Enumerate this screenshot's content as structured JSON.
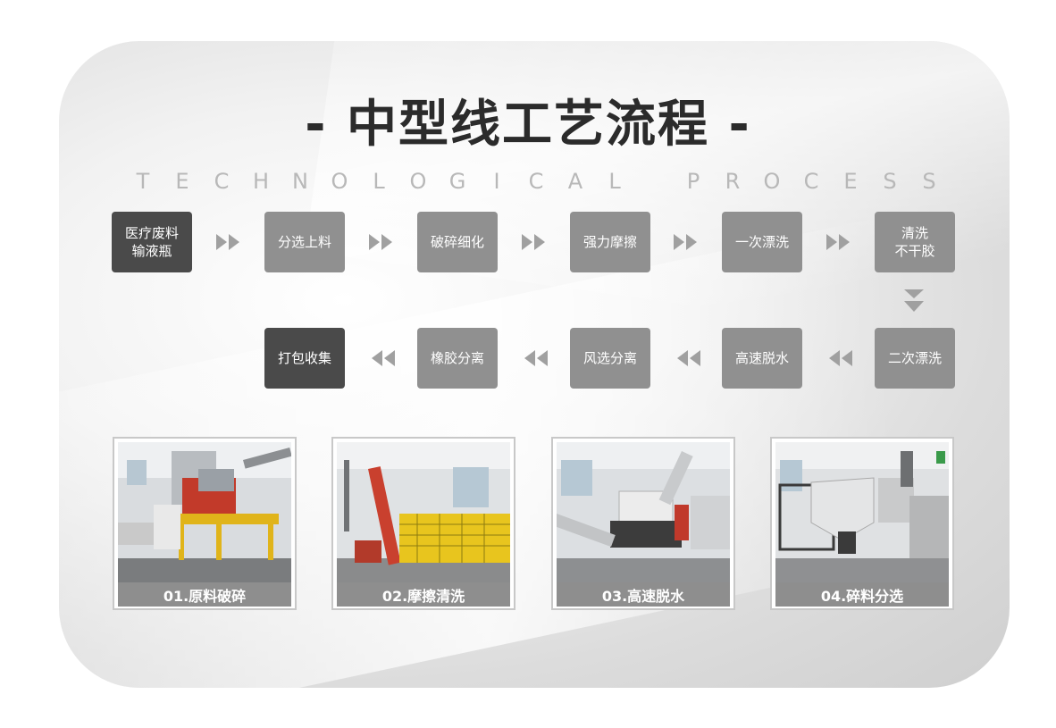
{
  "title": "- 中型线工艺流程 -",
  "subtitle_letters": [
    "T",
    "E",
    "C",
    "H",
    "N",
    "O",
    "L",
    "O",
    "G",
    "I",
    "C",
    "A",
    "L",
    "",
    "P",
    "R",
    "O",
    "C",
    "E",
    "S",
    "S"
  ],
  "flow": {
    "row1": [
      "医疗废料\n输液瓶",
      "分选上料",
      "破碎细化",
      "强力摩擦",
      "一次漂洗",
      "清洗\n不干胶"
    ],
    "row2": [
      "打包收集",
      "橡胶分离",
      "风选分离",
      "高速脱水",
      "二次漂洗"
    ]
  },
  "photos": [
    {
      "caption": "01.原料破碎"
    },
    {
      "caption": "02.摩擦清洗"
    },
    {
      "caption": "03.高速脱水"
    },
    {
      "caption": "04.碎料分选"
    }
  ],
  "colors": {
    "box": "#909090",
    "box_dark": "#4a4a4a",
    "arrow": "#a0a0a0"
  }
}
